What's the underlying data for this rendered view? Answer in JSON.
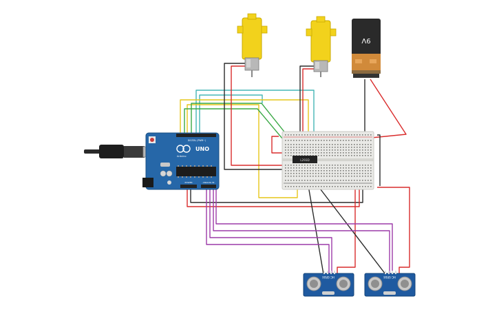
{
  "battery": {
    "label": "9V"
  },
  "arduino": {
    "model": "UNO",
    "brand": "Arduino",
    "header_top": "DIGITAL (PWM~)",
    "header_power": "POWER",
    "header_analog": "ANALOG IN"
  },
  "driver": {
    "label": "L293D"
  },
  "sensors": [
    {
      "label": "HC-SR04"
    },
    {
      "label": "HC-SR04"
    }
  ],
  "colors": {
    "wire_red": "#d92b2b",
    "wire_black": "#2b2b2b",
    "wire_yellow": "#e6c619",
    "wire_green": "#3aa845",
    "wire_teal": "#45b5b5",
    "wire_purple": "#9c3aa8",
    "arduino_blue": "#2667a8",
    "sensor_blue": "#1f5aa0",
    "motor_yellow": "#f2d21c",
    "breadboard": "#e9e9e6"
  }
}
